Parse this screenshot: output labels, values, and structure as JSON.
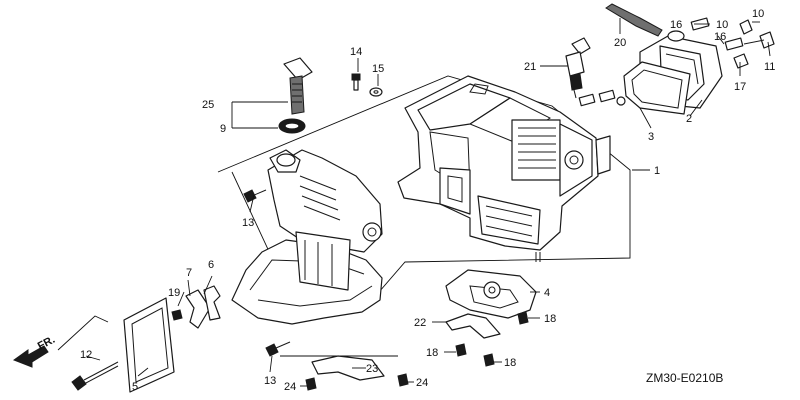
{
  "diagram": {
    "drawing_code": "ZM30-E0210B",
    "front_marker": "FR.",
    "callouts": {
      "c1": "1",
      "c2": "2",
      "c3": "3",
      "c4": "4",
      "c5": "5",
      "c6": "6",
      "c7": "7",
      "c9": "9",
      "c10a": "10",
      "c10b": "10",
      "c11": "11",
      "c12": "12",
      "c13a": "13",
      "c13b": "13",
      "c14": "14",
      "c15": "15",
      "c16a": "16",
      "c16b": "16",
      "c17": "17",
      "c18a": "18",
      "c18b": "18",
      "c18c": "18",
      "c19": "19",
      "c20": "20",
      "c21": "21",
      "c22": "22",
      "c23": "23",
      "c24a": "24",
      "c24b": "24",
      "c25": "25"
    }
  }
}
